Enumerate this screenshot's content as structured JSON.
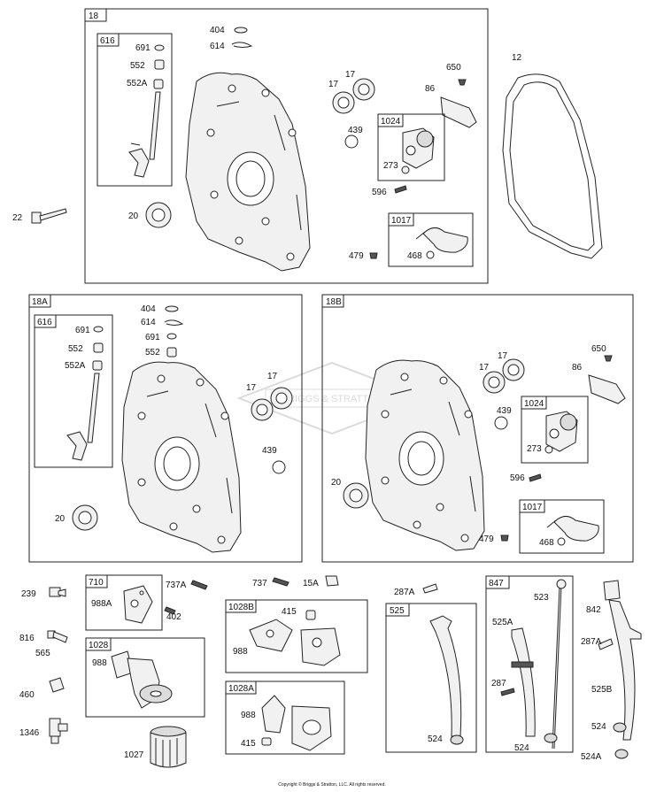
{
  "groups": {
    "g18": "18",
    "g616a": "616",
    "g1024a": "1024",
    "g1017a": "1017",
    "g18A": "18A",
    "g616b": "616",
    "g18B": "18B",
    "g1024b": "1024",
    "g1017b": "1017",
    "g710": "710",
    "g1028": "1028",
    "g1028B": "1028B",
    "g1028A": "1028A",
    "g525": "525",
    "g847": "847"
  },
  "labels": {
    "l404a": "404",
    "l614a": "614",
    "l691a": "691",
    "l552a": "552",
    "l552Aa": "552A",
    "l17a": "17",
    "l17b": "17",
    "l650a": "650",
    "l86a": "86",
    "l12": "12",
    "l439a": "439",
    "l273a": "273",
    "l596a": "596",
    "l22": "22",
    "l20a": "20",
    "l479a": "479",
    "l468a": "468",
    "l404b": "404",
    "l614b": "614",
    "l691b": "691",
    "l552b": "552",
    "l691c": "691",
    "l552c": "552",
    "l552Ab": "552A",
    "l17c": "17",
    "l17d": "17",
    "l439b": "439",
    "l20b": "20",
    "l17e": "17",
    "l17f": "17",
    "l650b": "650",
    "l86b": "86",
    "l439c": "439",
    "l273b": "273",
    "l20c": "20",
    "l596b": "596",
    "l479b": "479",
    "l468b": "468",
    "l239": "239",
    "l737A": "737A",
    "l988A": "988A",
    "l402": "402",
    "l737": "737",
    "l15A": "15A",
    "l415a": "415",
    "l988a": "988",
    "l816": "816",
    "l565": "565",
    "l988b": "988",
    "l460": "460",
    "l988c": "988",
    "l415b": "415",
    "l1346": "1346",
    "l1027": "1027",
    "l287Aa": "287A",
    "l523": "523",
    "l842": "842",
    "l525A": "525A",
    "l287Ab": "287A",
    "l287": "287",
    "l525B": "525B",
    "l524a": "524",
    "l524b": "524",
    "l524c": "524",
    "l524A": "524A"
  },
  "watermark": "BRIGGS & STRATTON",
  "copyright": "Copyright © Briggs & Stratton, LLC. All rights reserved."
}
